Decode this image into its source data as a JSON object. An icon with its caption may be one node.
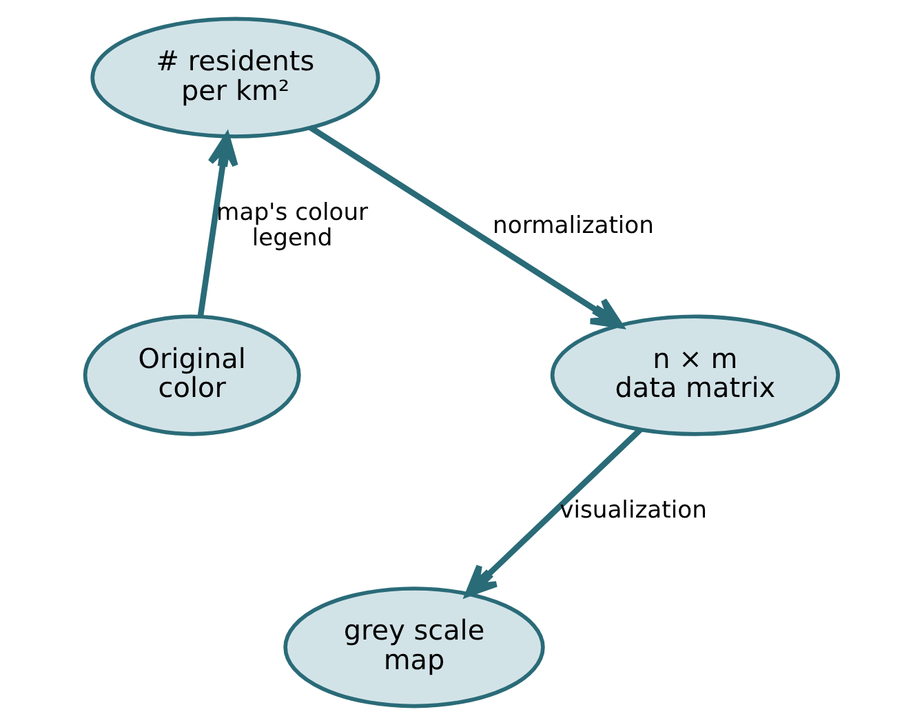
{
  "diagram": {
    "nodes": [
      {
        "text": [
          "Original color"
        ]
      },
      {
        "text": [
          "# residents per km²"
        ]
      },
      {
        "text": [
          "n × m data matrix"
        ]
      },
      {
        "text": [
          "grey scale map"
        ]
      }
    ],
    "edges": [
      {
        "from": 0,
        "to": 1,
        "arrow": "to",
        "label": "map's colour legend"
      },
      {
        "from": 1,
        "to": 2,
        "arrow": "to",
        "label": "normalization"
      },
      {
        "from": 2,
        "to": 3,
        "arrow": "to",
        "label": "visualization"
      }
    ]
  }
}
